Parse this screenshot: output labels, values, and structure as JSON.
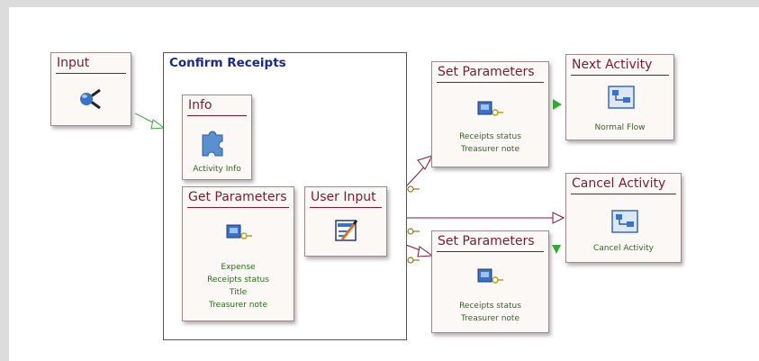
{
  "diagram": {
    "nodes": {
      "input": {
        "title": "Input",
        "icon": "fork-icon"
      },
      "next_activity": {
        "title": "Next Activity",
        "icon": "flow-icon",
        "caption": "Normal Flow"
      },
      "cancel_activity": {
        "title": "Cancel Activity",
        "icon": "flow-icon",
        "caption": "Cancel Activity"
      },
      "set_parameters_top": {
        "title": "Set Parameters",
        "icon": "data-mapping-icon",
        "lines": [
          "Receipts status",
          "Treasurer note"
        ]
      },
      "set_parameters_bottom": {
        "title": "Set Parameters",
        "icon": "data-mapping-icon",
        "lines": [
          "Receipts status",
          "Treasurer note"
        ]
      },
      "info": {
        "title": "Info",
        "icon": "puzzle-icon",
        "caption": "Activity Info"
      },
      "get_parameters": {
        "title": "Get Parameters",
        "icon": "data-mapping-icon",
        "lines": [
          "Expense",
          "Receipts status",
          "Title",
          "Treasurer note"
        ]
      },
      "user_input": {
        "title": "User Input",
        "icon": "form-edit-icon"
      }
    },
    "group": {
      "title": "Confirm Receipts"
    },
    "colors": {
      "node_title": "#7a1b34",
      "group_title": "#1a2a8a",
      "caption": "#2d6a1e",
      "connector_dark": "#7a1b34",
      "connector_green": "#33aa33"
    }
  }
}
